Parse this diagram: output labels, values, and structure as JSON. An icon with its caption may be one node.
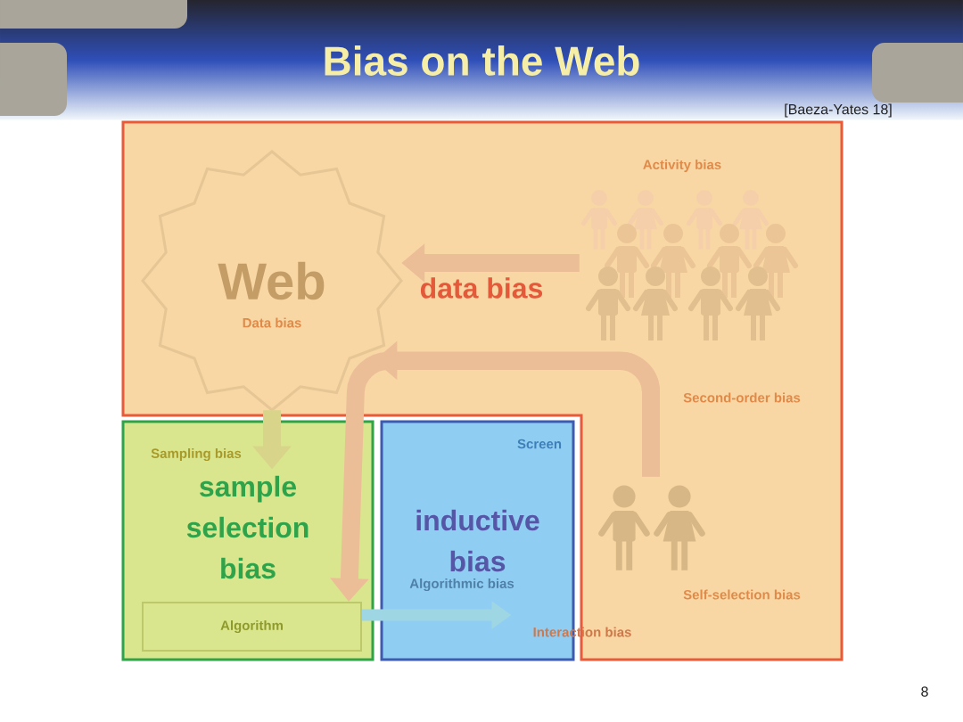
{
  "diagram": {
    "title": "Bias on the Web",
    "nodes": [
      {
        "text": [
          "data bias"
        ]
      },
      {
        "text": [
          "Web",
          "Data bias"
        ],
        "in": 0
      },
      {
        "text": [],
        "shape": "person",
        "in": 0
      },
      {
        "text": [
          "sample selection bias"
        ]
      },
      {
        "text": [
          "Algorithm"
        ],
        "in": 3
      },
      {
        "text": [
          "inductive bias"
        ]
      },
      {
        "text": [],
        "shape": "person",
        "in": 0
      }
    ],
    "edges": [
      {
        "from": 2,
        "to": 1,
        "arrow": "to"
      },
      {
        "from": 6,
        "to": 1,
        "arrow": "to"
      },
      {
        "from": 6,
        "to": 4,
        "arrow": "to"
      },
      {
        "from": 1,
        "to": 3,
        "arrow": "to",
        "color": "#d8d58a"
      },
      {
        "from": 4,
        "to": 5,
        "arrow": "to",
        "color": "#9fd6e4"
      }
    ],
    "labels": [
      "[Baeza-Yates 18]",
      "Activity bias",
      "Second-order bias",
      "Screen",
      "Sampling bias",
      "Algorithmic bias",
      "Self-selection bias",
      "Interaction bias",
      "8"
    ]
  }
}
